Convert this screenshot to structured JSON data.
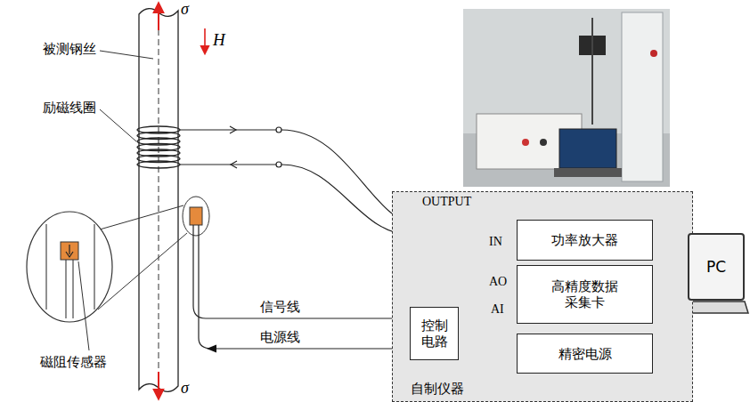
{
  "diagram": {
    "nodes": [
      {
        "text": [
          "自制仪器"
        ]
      },
      {
        "text": [
          "功率放大器"
        ],
        "in": 0
      },
      {
        "text": [
          "高精度数据 采集卡"
        ],
        "in": 0
      },
      {
        "text": [
          "控制电路"
        ],
        "in": 0
      },
      {
        "text": [
          "精密电源"
        ],
        "in": 0
      },
      {
        "text": [
          "PC"
        ]
      }
    ],
    "edges": [
      {
        "from": 2,
        "to": 1,
        "arrow": "to"
      },
      {
        "from": 3,
        "to": 2,
        "arrow": "to"
      },
      {
        "from": 4,
        "to": 3,
        "arrow": "to"
      },
      {
        "from": 2,
        "to": 5,
        "arrow": "none"
      }
    ],
    "labels": [
      "σ",
      "σ",
      "被测钢丝",
      "励磁线圈",
      "H",
      "磁阻传感器",
      "OUTPUT",
      "IN",
      "AO",
      "AI",
      "信号线",
      "电源线"
    ]
  }
}
